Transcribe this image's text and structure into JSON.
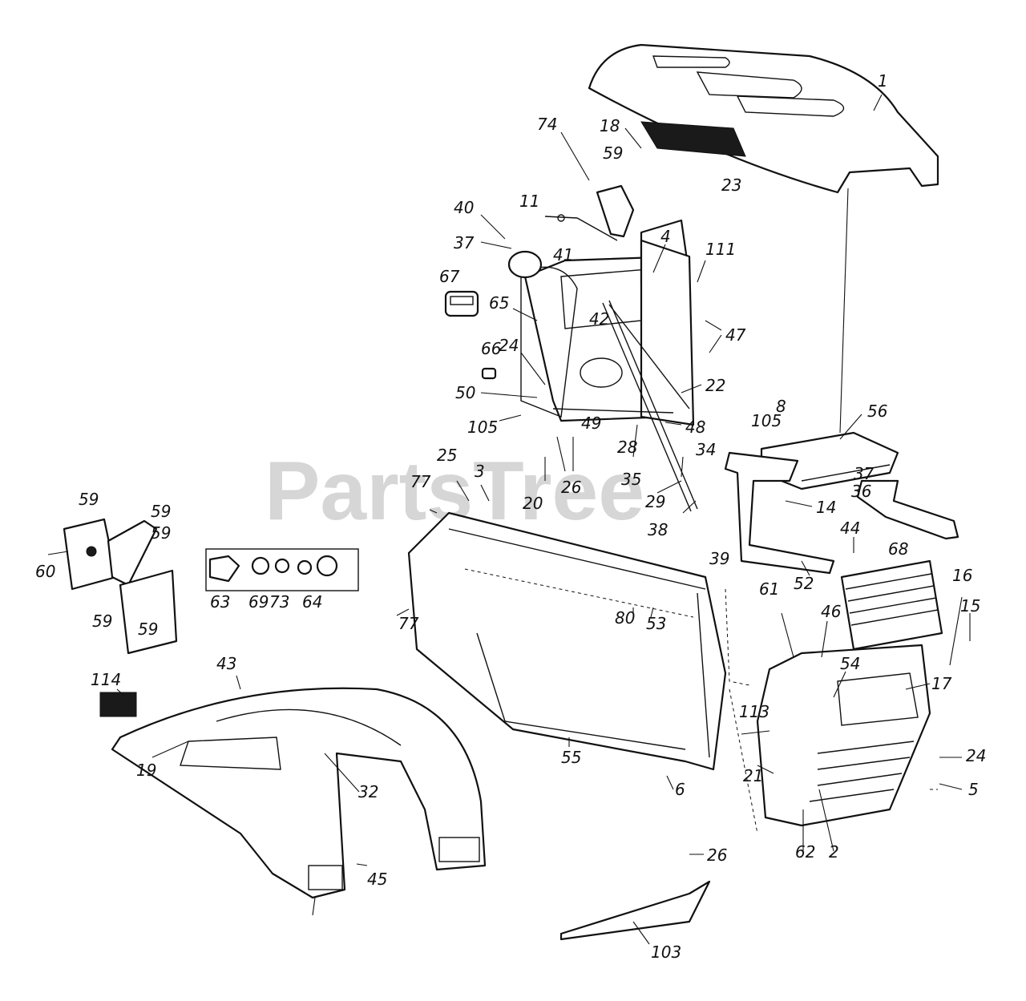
{
  "watermark": "PartsTree",
  "callouts": [
    {
      "id": "1",
      "text": "1"
    },
    {
      "id": "18",
      "text": "18"
    },
    {
      "id": "23",
      "text": "23"
    },
    {
      "id": "74",
      "text": "74"
    },
    {
      "id": "59a",
      "text": "59"
    },
    {
      "id": "11",
      "text": "11"
    },
    {
      "id": "40",
      "text": "40"
    },
    {
      "id": "37a",
      "text": "37"
    },
    {
      "id": "41",
      "text": "41"
    },
    {
      "id": "4",
      "text": "4"
    },
    {
      "id": "111",
      "text": "111"
    },
    {
      "id": "67",
      "text": "67"
    },
    {
      "id": "65",
      "text": "65"
    },
    {
      "id": "42",
      "text": "42"
    },
    {
      "id": "47",
      "text": "47"
    },
    {
      "id": "66",
      "text": "66"
    },
    {
      "id": "24a",
      "text": "24"
    },
    {
      "id": "22",
      "text": "22"
    },
    {
      "id": "50",
      "text": "50"
    },
    {
      "id": "49",
      "text": "49"
    },
    {
      "id": "105a",
      "text": "105"
    },
    {
      "id": "48",
      "text": "48"
    },
    {
      "id": "28",
      "text": "28"
    },
    {
      "id": "8",
      "text": "8"
    },
    {
      "id": "105b",
      "text": "105"
    },
    {
      "id": "56",
      "text": "56"
    },
    {
      "id": "34",
      "text": "34"
    },
    {
      "id": "37b",
      "text": "37"
    },
    {
      "id": "36",
      "text": "36"
    },
    {
      "id": "20",
      "text": "20"
    },
    {
      "id": "26a",
      "text": "26"
    },
    {
      "id": "35",
      "text": "35"
    },
    {
      "id": "29",
      "text": "29"
    },
    {
      "id": "25",
      "text": "25"
    },
    {
      "id": "3",
      "text": "3"
    },
    {
      "id": "77a",
      "text": "77"
    },
    {
      "id": "14",
      "text": "14"
    },
    {
      "id": "38",
      "text": "38"
    },
    {
      "id": "39",
      "text": "39"
    },
    {
      "id": "44",
      "text": "44"
    },
    {
      "id": "68",
      "text": "68"
    },
    {
      "id": "52",
      "text": "52"
    },
    {
      "id": "16",
      "text": "16"
    },
    {
      "id": "15",
      "text": "15"
    },
    {
      "id": "59b",
      "text": "59"
    },
    {
      "id": "59c",
      "text": "59"
    },
    {
      "id": "59d",
      "text": "59"
    },
    {
      "id": "60",
      "text": "60"
    },
    {
      "id": "59e",
      "text": "59"
    },
    {
      "id": "59f",
      "text": "59"
    },
    {
      "id": "63",
      "text": "63"
    },
    {
      "id": "69",
      "text": "69"
    },
    {
      "id": "73",
      "text": "73"
    },
    {
      "id": "64",
      "text": "64"
    },
    {
      "id": "61",
      "text": "61"
    },
    {
      "id": "46",
      "text": "46"
    },
    {
      "id": "54",
      "text": "54"
    },
    {
      "id": "17",
      "text": "17"
    },
    {
      "id": "77b",
      "text": "77"
    },
    {
      "id": "80",
      "text": "80"
    },
    {
      "id": "53",
      "text": "53"
    },
    {
      "id": "43",
      "text": "43"
    },
    {
      "id": "114",
      "text": "114"
    },
    {
      "id": "19",
      "text": "19"
    },
    {
      "id": "32",
      "text": "32"
    },
    {
      "id": "55",
      "text": "55"
    },
    {
      "id": "113",
      "text": "113"
    },
    {
      "id": "24b",
      "text": "24"
    },
    {
      "id": "21",
      "text": "21"
    },
    {
      "id": "5",
      "text": "5"
    },
    {
      "id": "6",
      "text": "6"
    },
    {
      "id": "62",
      "text": "62"
    },
    {
      "id": "2",
      "text": "2"
    },
    {
      "id": "45",
      "text": "45"
    },
    {
      "id": "26b",
      "text": "26"
    },
    {
      "id": "103",
      "text": "103"
    }
  ]
}
